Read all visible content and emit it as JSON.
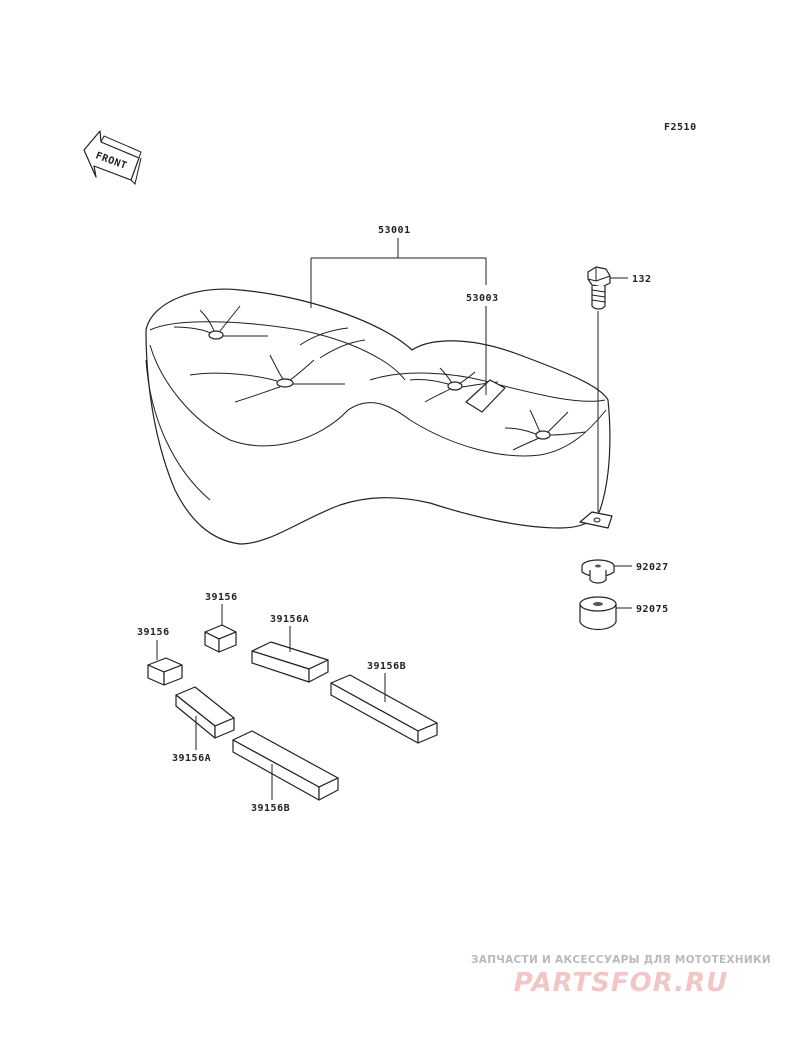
{
  "figure": {
    "code": "F2510",
    "front_label": "FRONT"
  },
  "callouts": {
    "seat_assy": "53001",
    "pad": "53003",
    "bolt": "132",
    "collar": "92027",
    "damper": "92075",
    "pad_small_upper": "39156",
    "pad_small_left": "39156",
    "pad_a_upper": "39156A",
    "pad_a_lower": "39156A",
    "pad_b_upper": "39156B",
    "pad_b_lower": "39156B"
  },
  "watermark": {
    "tagline": "ЗАПЧАСТИ И АКСЕССУАРЫ ДЛЯ МОТОТЕХНИКИ",
    "brand": "PARTSFOR.RU"
  }
}
